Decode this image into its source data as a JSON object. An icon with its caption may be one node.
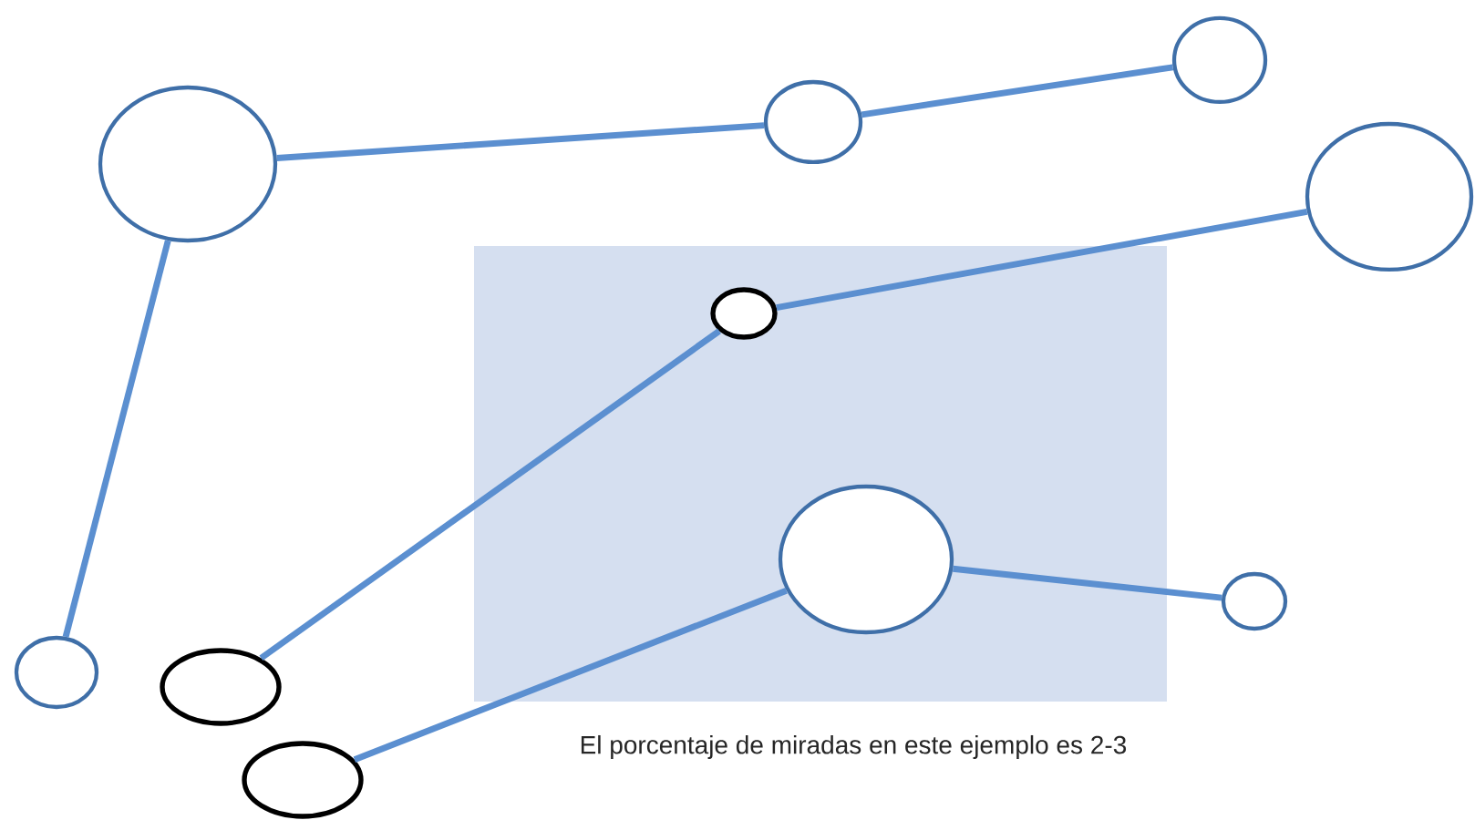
{
  "diagram": {
    "nodes": [
      {
        "text": [],
        "shape": "circle"
      },
      {
        "text": [],
        "shape": "circle"
      },
      {
        "text": [],
        "shape": "circle"
      },
      {
        "text": [],
        "shape": "circle"
      },
      {
        "text": [],
        "shape": "ellipse"
      },
      {
        "text": [],
        "shape": "circle"
      },
      {
        "text": [],
        "shape": "circle"
      },
      {
        "text": [],
        "shape": "circle"
      },
      {
        "text": [],
        "shape": "ellipse"
      },
      {
        "text": [],
        "shape": "ellipse"
      }
    ],
    "edges": [
      {
        "from": 0,
        "to": 1,
        "arrow": "none"
      },
      {
        "from": 1,
        "to": 2,
        "arrow": "none"
      },
      {
        "from": 0,
        "to": 7,
        "arrow": "none"
      },
      {
        "from": 8,
        "to": 4,
        "arrow": "none"
      },
      {
        "from": 4,
        "to": 3,
        "arrow": "none"
      },
      {
        "from": 9,
        "to": 5,
        "arrow": "none"
      },
      {
        "from": 5,
        "to": 6,
        "arrow": "none"
      }
    ],
    "labels": [
      "El porcentaje de miradas en este ejemplo es 2-3"
    ]
  }
}
